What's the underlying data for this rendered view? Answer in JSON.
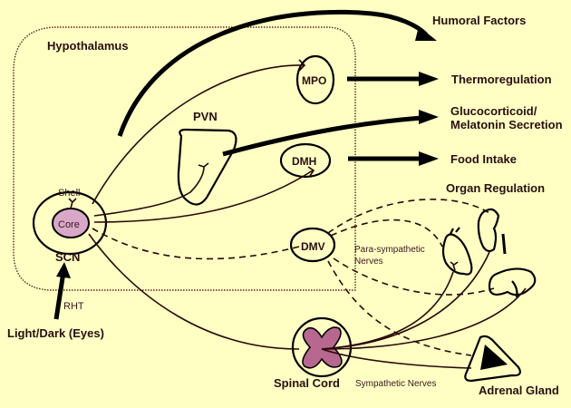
{
  "diagram": {
    "region_label": "Hypothalamus",
    "nuclei": {
      "scn": "SCN",
      "shell": "Shell",
      "core": "Core",
      "pvn": "PVN",
      "mpo": "MPO",
      "dmh": "DMH",
      "dmv": "DMV"
    },
    "inputs": {
      "light": "Light/Dark (Eyes)",
      "rht": "RHT"
    },
    "outputs": {
      "humoral": "Humoral Factors",
      "thermo": "Thermoregulation",
      "gluco_line1": "Glucocorticoid/",
      "gluco_line2": "Melatonin Secretion",
      "food": "Food Intake",
      "organ": "Organ Regulation"
    },
    "nerves": {
      "para_line1": "Para-sympathetic",
      "para_line2": "Nerves",
      "sym": "Sympathetic Nerves"
    },
    "structures": {
      "spinal_cord": "Spinal Cord",
      "adrenal": "Adrenal Gland"
    },
    "organs": [
      "heart",
      "kidney",
      "liver",
      "adrenal-gland"
    ],
    "colors": {
      "background": "#ffffc4",
      "nucleus_fill": "#d9a8c8",
      "spinal_fill": "#b8688f",
      "ink": "#2a0808"
    }
  }
}
